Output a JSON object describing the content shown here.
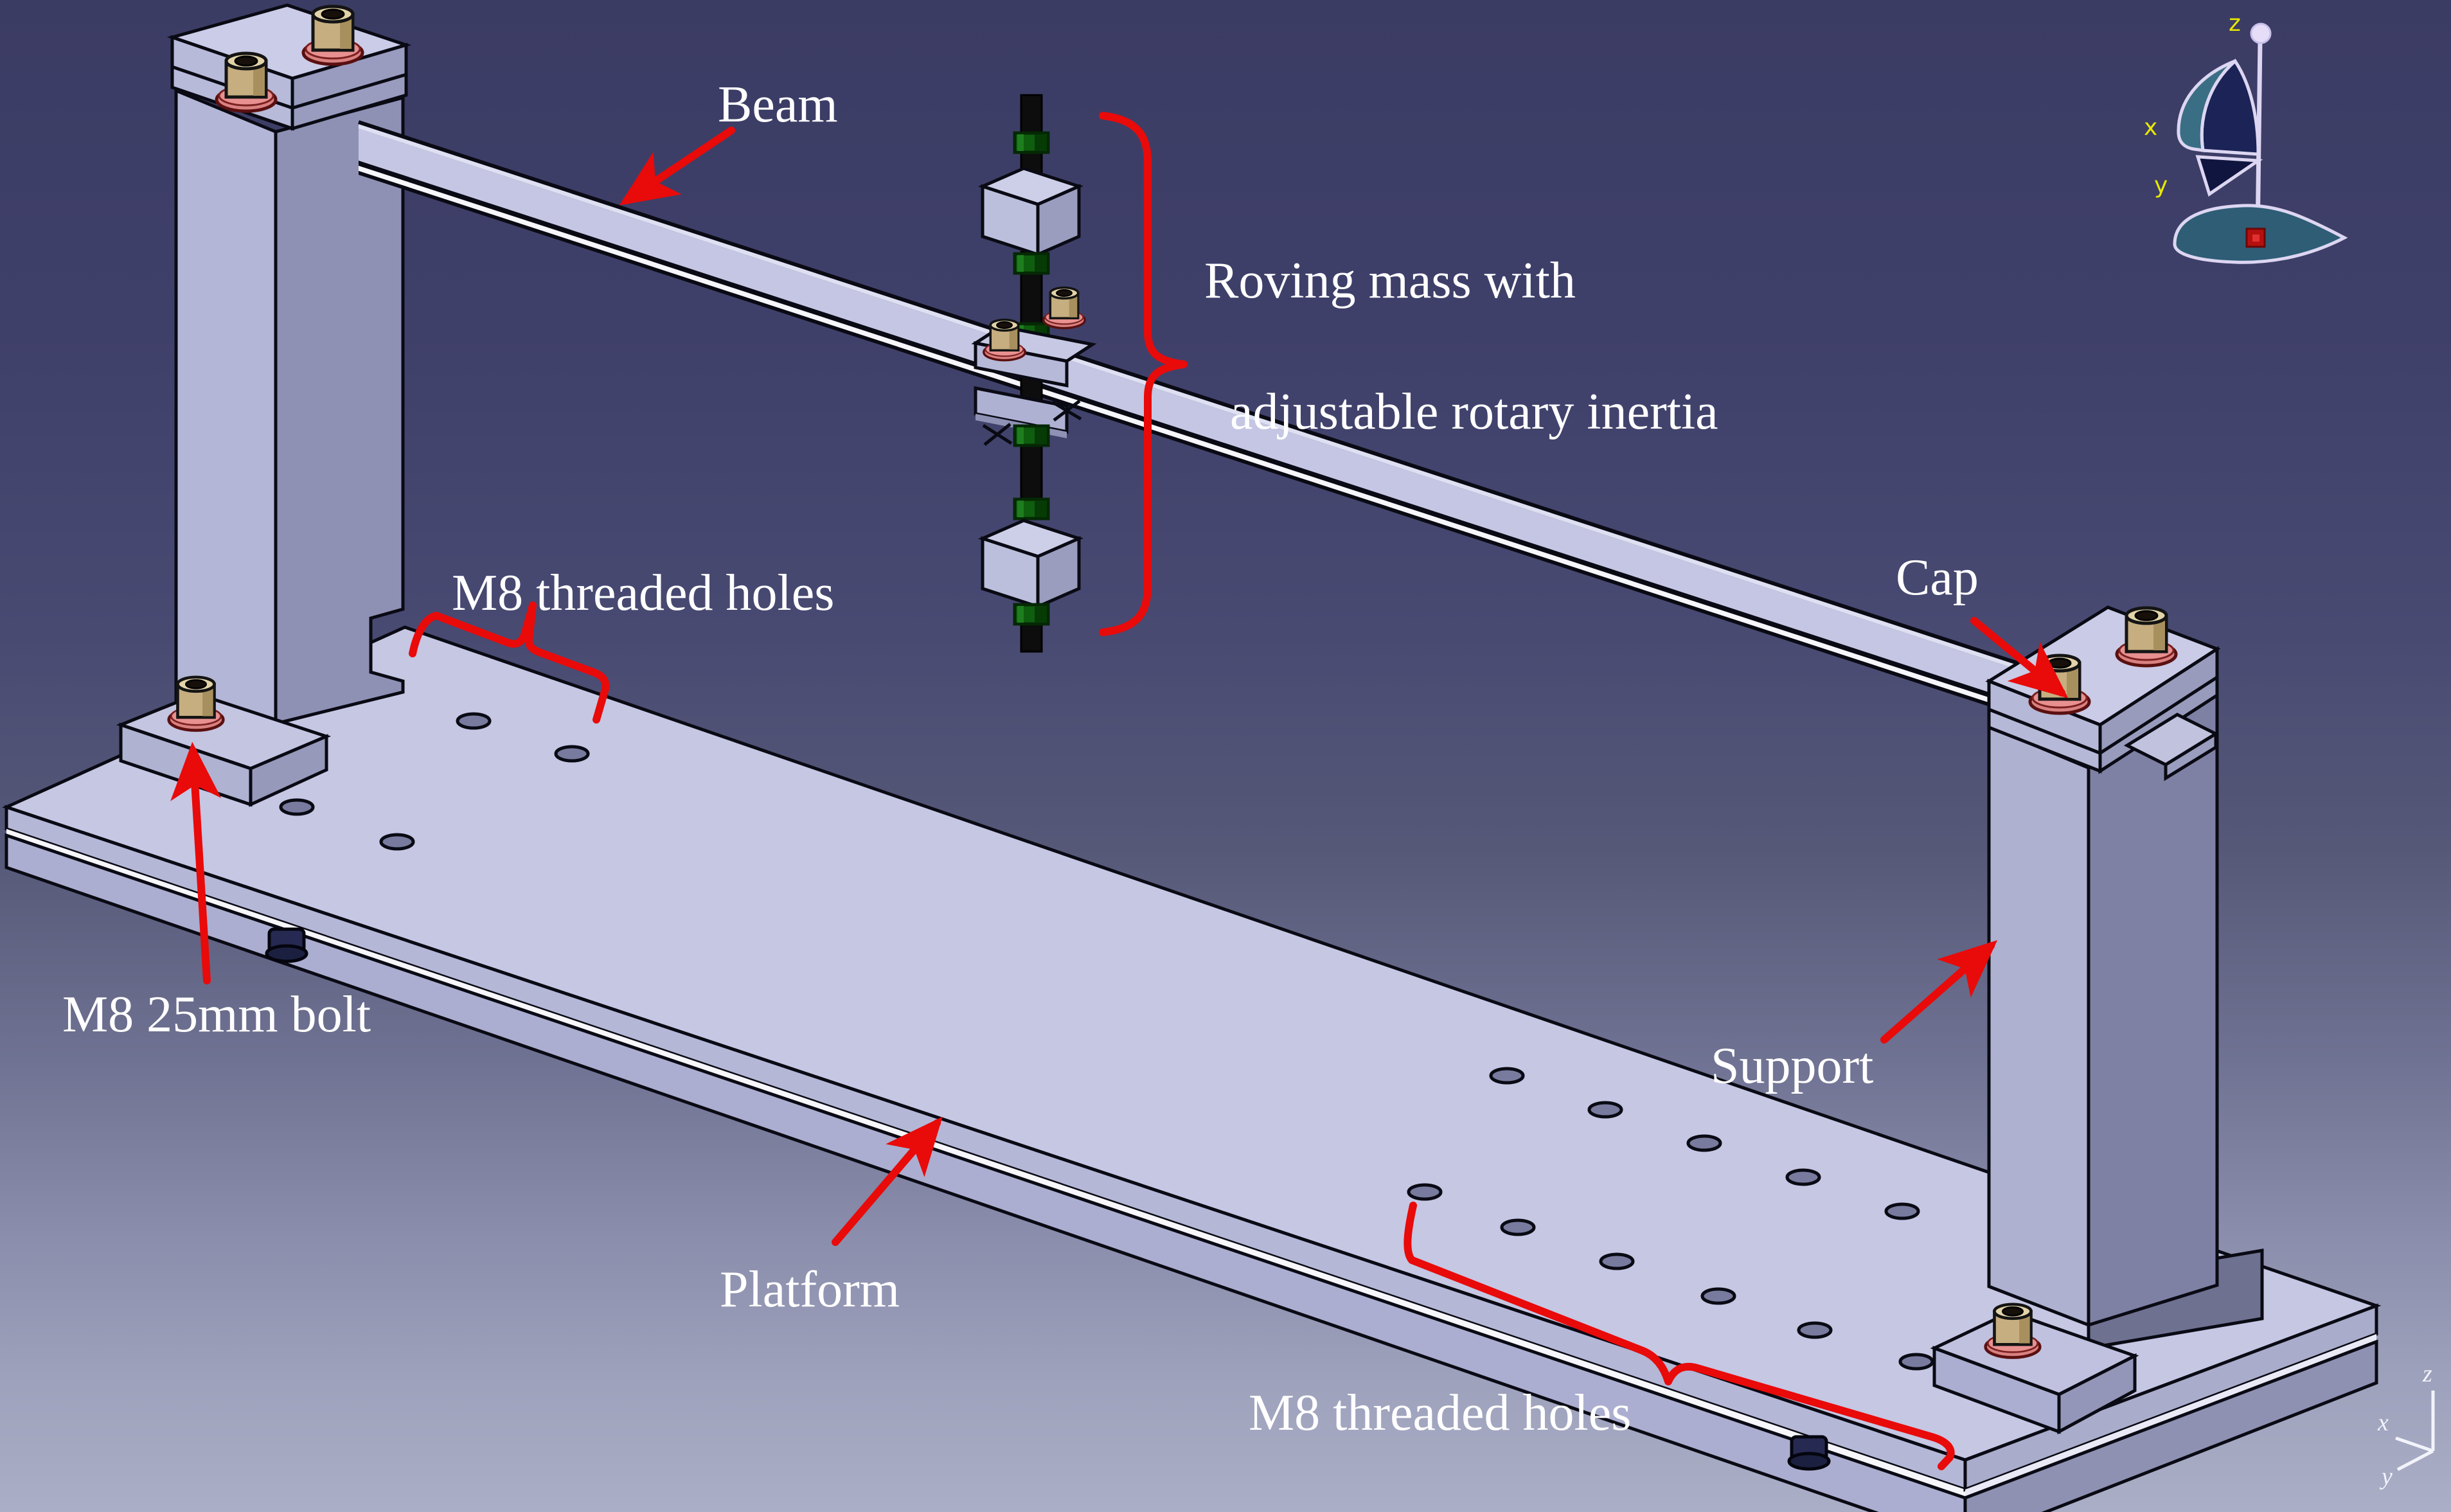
{
  "annotations": {
    "beam": {
      "text": "Beam"
    },
    "roving_mass": {
      "line1": "Roving mass with",
      "line2": "adjustable rotary inertia"
    },
    "m8_threaded_holes_left": {
      "text": "M8 threaded holes"
    },
    "m8_25mm_bolt": {
      "text": "M8 25mm bolt"
    },
    "cap": {
      "text": "Cap"
    },
    "support": {
      "text": "Support"
    },
    "platform": {
      "text": "Platform"
    },
    "m8_threaded_holes_bottom": {
      "text": "M8 threaded holes"
    }
  },
  "compass": {
    "x": "x",
    "y": "y",
    "z": "z"
  },
  "axis_triad": {
    "x": "x",
    "y": "y",
    "z": "z"
  },
  "colors": {
    "annotation_red": "#E90A0A",
    "background_top": "#3B3C64",
    "background_bottom": "#AAAEC6",
    "part_light": "#C6C8E4",
    "part_mid": "#B3B6D6",
    "part_shadow": "#8E91B4",
    "part_dark": "#6E7190",
    "bolt_tan": "#C6AE80",
    "washer_red": "#D98080",
    "nut_green": "#0F5E0F",
    "rod_black": "#0D0D0D",
    "outline": "#0A0A14",
    "label_text": "#FFFFFF",
    "compass_teal": "#2E5D75",
    "axis_yellow": "#E8E800"
  }
}
